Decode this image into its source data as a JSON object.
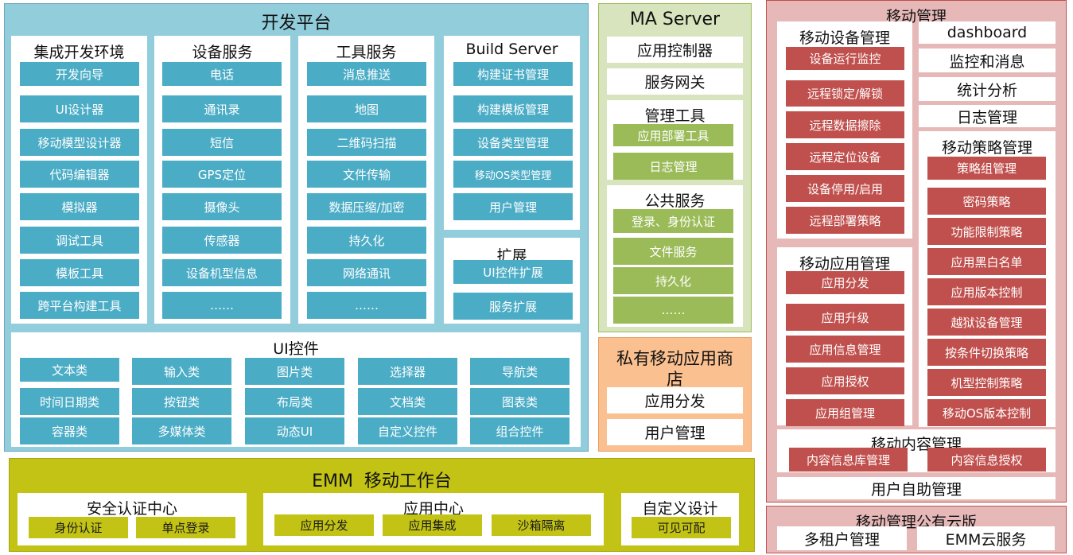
{
  "platform": {
    "title": "开发平台",
    "columns": [
      {
        "title": "集成开发环境",
        "items": [
          "开发向导",
          "UI设计器",
          "移动模型设计器",
          "代码编辑器",
          "模拟器",
          "调试工具",
          "模板工具",
          "跨平台构建工具"
        ]
      },
      {
        "title": "设备服务",
        "items": [
          "电话",
          "通讯录",
          "短信",
          "GPS定位",
          "摄像头",
          "传感器",
          "设备机型信息",
          "……"
        ]
      },
      {
        "title": "工具服务",
        "items": [
          "消息推送",
          "地图",
          "二维码扫描",
          "文件传输",
          "数据压缩/加密",
          "持久化",
          "网络通讯",
          "……"
        ]
      },
      {
        "title": "Build Server",
        "items": [
          "构建证书管理",
          "构建模板管理",
          "设备类型管理",
          "移动OS类型管理",
          "用户管理"
        ]
      }
    ],
    "extension": {
      "title": "扩展",
      "items": [
        "UI控件扩展",
        "服务扩展"
      ]
    },
    "ui_controls": {
      "title": "UI控件",
      "items": [
        "文本类",
        "输入类",
        "图片类",
        "选择器",
        "导航类",
        "时间日期类",
        "按钮类",
        "布局类",
        "文档类",
        "图表类",
        "容器类",
        "多媒体类",
        "动态UI",
        "自定义控件",
        "组合控件"
      ]
    }
  },
  "ma_server": {
    "title": "MA Server",
    "top_items": [
      "应用控制器",
      "服务网关"
    ],
    "mgmt_tools": {
      "title": "管理工具",
      "items": [
        "应用部署工具",
        "日志管理"
      ]
    },
    "public_services": {
      "title": "公共服务",
      "items": [
        "登录、身份认证",
        "文件服务",
        "持久化",
        "……"
      ]
    }
  },
  "store": {
    "title_line1": "私有移动应用商",
    "title_line2": "店",
    "items": [
      "应用分发",
      "用户管理"
    ]
  },
  "emm": {
    "title": "EMM  移动工作台",
    "groups": [
      {
        "title": "安全认证中心",
        "items": [
          "身份认证",
          "单点登录"
        ]
      },
      {
        "title": "应用中心",
        "items": [
          "应用分发",
          "应用集成",
          "沙箱隔离"
        ]
      },
      {
        "title": "自定义设计",
        "items": [
          "可见可配"
        ]
      }
    ]
  },
  "mobile_mgmt": {
    "title": "移动管理",
    "device_mgmt": {
      "title": "移动设备管理",
      "items": [
        "设备运行监控",
        "远程锁定/解锁",
        "远程数据擦除",
        "远程定位设备",
        "设备停用/启用",
        "远程部署策略"
      ]
    },
    "right_items": [
      "dashboard",
      "监控和消息",
      "统计分析",
      "日志管理"
    ],
    "app_mgmt": {
      "title": "移动应用管理",
      "items": [
        "应用分发",
        "应用升级",
        "应用信息管理",
        "应用授权",
        "应用组管理"
      ]
    },
    "policy_mgmt": {
      "title": "移动策略管理",
      "items": [
        "策略组管理",
        "密码策略",
        "功能限制策略",
        "应用黑白名单",
        "应用版本控制",
        "越狱设备管理",
        "按条件切换策略",
        "机型控制策略",
        "移动OS版本控制"
      ]
    },
    "content_mgmt": {
      "title": "移动内容管理",
      "items": [
        "内容信息库管理",
        "内容信息授权"
      ]
    },
    "self_service": "用户自助管理"
  },
  "cloud": {
    "title": "移动管理公有云版",
    "items": [
      "多租户管理",
      "EMM云服务"
    ]
  },
  "colors": {
    "platform_bg": "#92cddc",
    "ma_bg": "#d7e4bd",
    "store_bg": "#fac090",
    "mgmt_bg": "#e6b9b8",
    "emm_bg": "#c3c315",
    "teal": "#4bacc6",
    "green": "#9bbb59",
    "red": "#c0504d"
  }
}
